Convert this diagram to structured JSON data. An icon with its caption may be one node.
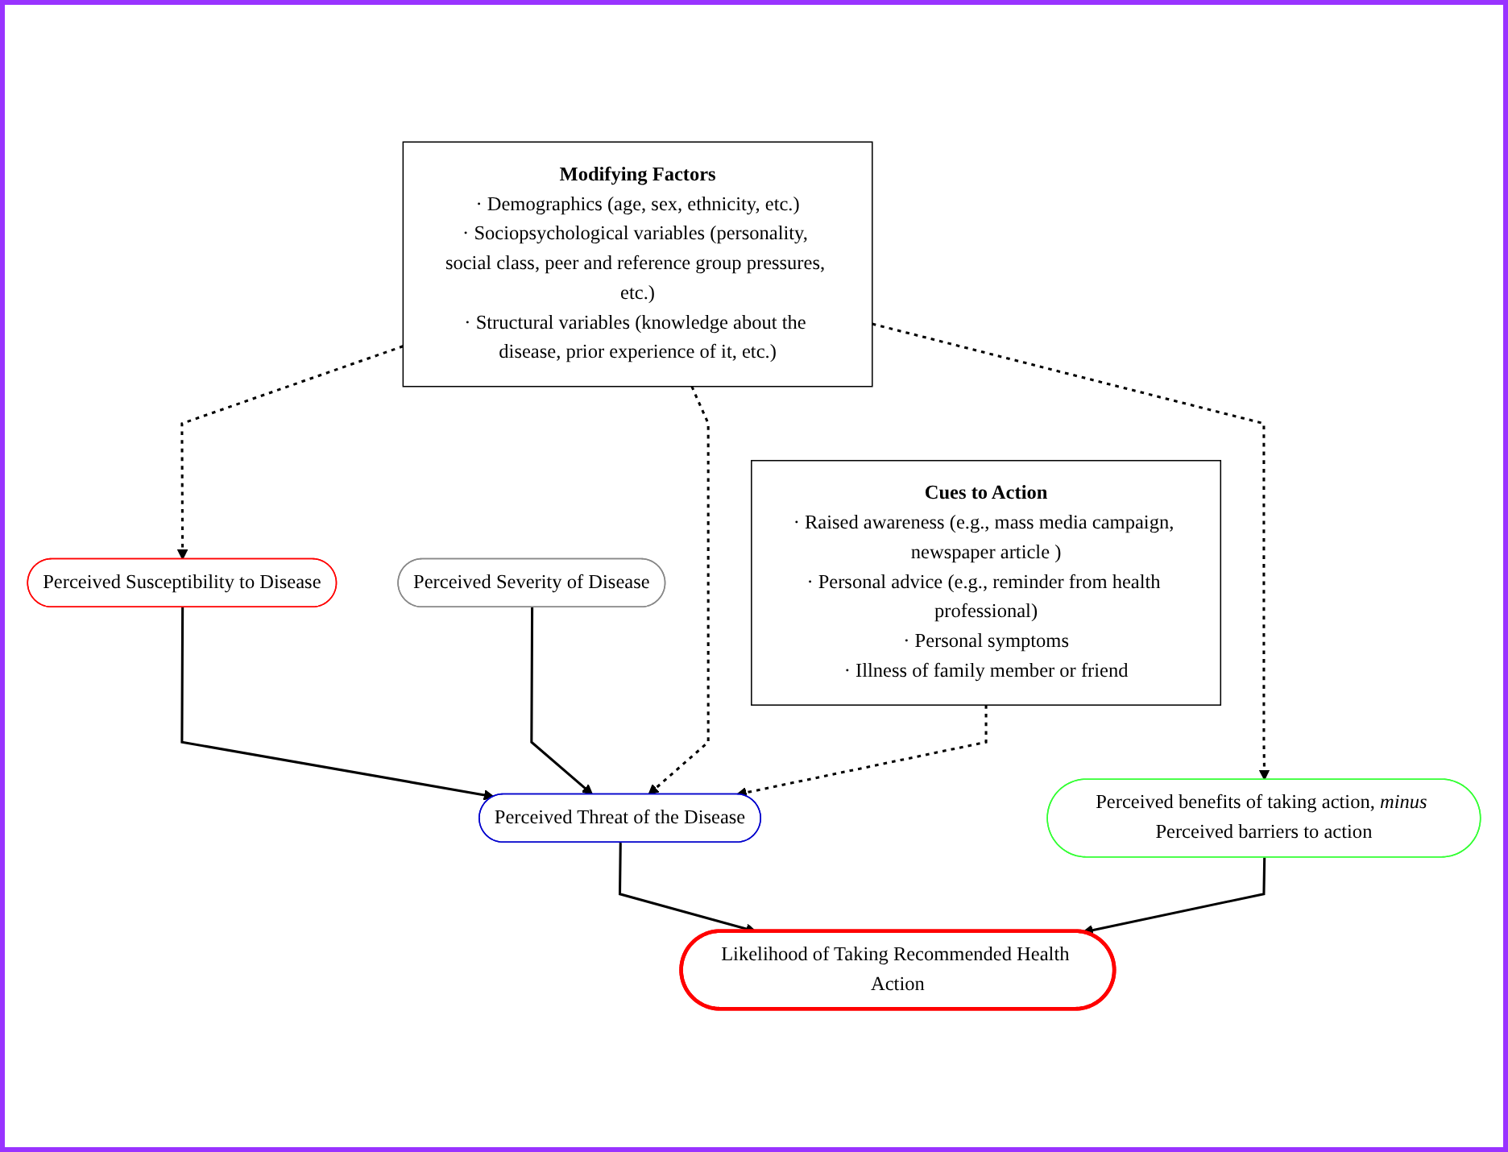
{
  "diagram": {
    "nodes": [
      {
        "text": [
          "Perceived Susceptibility to Disease"
        ]
      },
      {
        "text": [
          "Modifying Factors",
          "· Demographics (age, sex, ethnicity, etc.)",
          "· Sociopsychological variables (personality, social class, peer and reference group pressures, etc.)",
          "· Structural variables (knowledge about the disease, prior experience of it, etc.)"
        ]
      },
      {
        "text": [
          "Perceived Severity of Disease"
        ]
      },
      {
        "text": [
          "Perceived Threat of the Disease"
        ]
      },
      {
        "text": [
          "Perceived benefits of taking action, *minus* Perceived barriers to action"
        ]
      },
      {
        "text": [
          "Cues to Action",
          "· Raised awareness (e.g., mass media campaign, newspaper article )",
          "· Personal advice (e.g., reminder from health professional)",
          "· Personal symptoms",
          "· Illness of family member or friend"
        ]
      },
      {
        "text": [
          "Likelihood of Taking Recommended Health Action"
        ]
      }
    ],
    "edges": [
      {
        "from": 1,
        "to": 0,
        "arrow": "to",
        "style": "dashed"
      },
      {
        "from": 0,
        "to": 3,
        "arrow": "to"
      },
      {
        "from": 2,
        "to": 3,
        "arrow": "to"
      },
      {
        "from": 1,
        "to": 3,
        "arrow": "to",
        "style": "dashed"
      },
      {
        "from": 1,
        "to": 4,
        "arrow": "to",
        "style": "dashed"
      },
      {
        "from": 5,
        "to": 3,
        "arrow": "to",
        "style": "dashed"
      },
      {
        "from": 3,
        "to": 6,
        "arrow": "to"
      },
      {
        "from": 4,
        "to": 6,
        "arrow": "to"
      }
    ]
  }
}
